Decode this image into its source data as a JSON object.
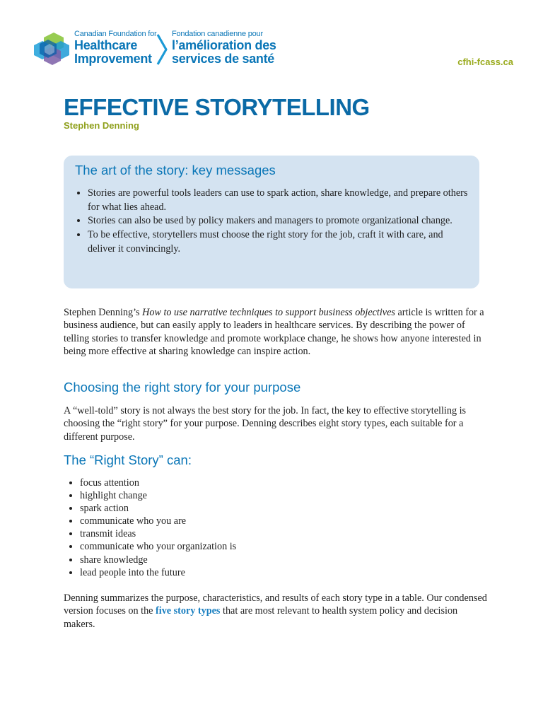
{
  "header": {
    "org_en": {
      "line1": "Canadian Foundation for",
      "line2": "Healthcare",
      "line3": "Improvement"
    },
    "org_fr": {
      "line1": "Fondation canadienne pour",
      "line2": "l’amélioration des",
      "line3": "services de santé"
    },
    "website": "cfhi-fcass.ca"
  },
  "document": {
    "title": "EFFECTIVE STORYTELLING",
    "author": "Stephen Denning"
  },
  "key_messages": {
    "heading": "The art of the story: key messages",
    "items": [
      "Stories are powerful tools leaders can use to spark action, share knowledge, and prepare others for what lies ahead.",
      "Stories can also be used by policy makers and managers to promote organizational change.",
      "To be effective, storytellers must choose the right story for the job, craft it with care, and deliver it convincingly."
    ]
  },
  "intro": {
    "before_title": "Stephen Denning’s ",
    "article_title": "How to use narrative techniques to support business objectives",
    "after_title": " article is written for a business audience, but can easily apply to leaders in healthcare services. By describing the power of telling stories to transfer knowledge and promote workplace change, he shows how anyone interested in being more effective at sharing knowledge can inspire action."
  },
  "choosing": {
    "heading": "Choosing the right story for your purpose",
    "body": "A “well-told” story is not always the best story for the job. In fact, the key to effective storytelling is choosing the “right story” for your purpose. Denning describes eight story types, each suitable for a different purpose."
  },
  "right_story": {
    "heading": "The “Right Story” can:",
    "items": [
      "focus attention",
      "highlight change",
      "spark action",
      "communicate who you are",
      "transmit ideas",
      "communicate who your organization is",
      "share knowledge",
      "lead people into the future"
    ]
  },
  "summary": {
    "before_link": "Denning summarizes the purpose, characteristics, and results of each story type in a table. Our condensed version focuses on the ",
    "link_text": "five story types",
    "after_link": " that are most relevant to health system policy and decision makers."
  },
  "colors": {
    "brand_blue": "#0a76b7",
    "title_blue": "#0b6aa6",
    "accent_green": "#8fa01c",
    "box_background": "#d4e3f1"
  },
  "icons": {
    "logo": "hexagon-cluster-logo-icon",
    "divider": "chevron-right-icon"
  }
}
